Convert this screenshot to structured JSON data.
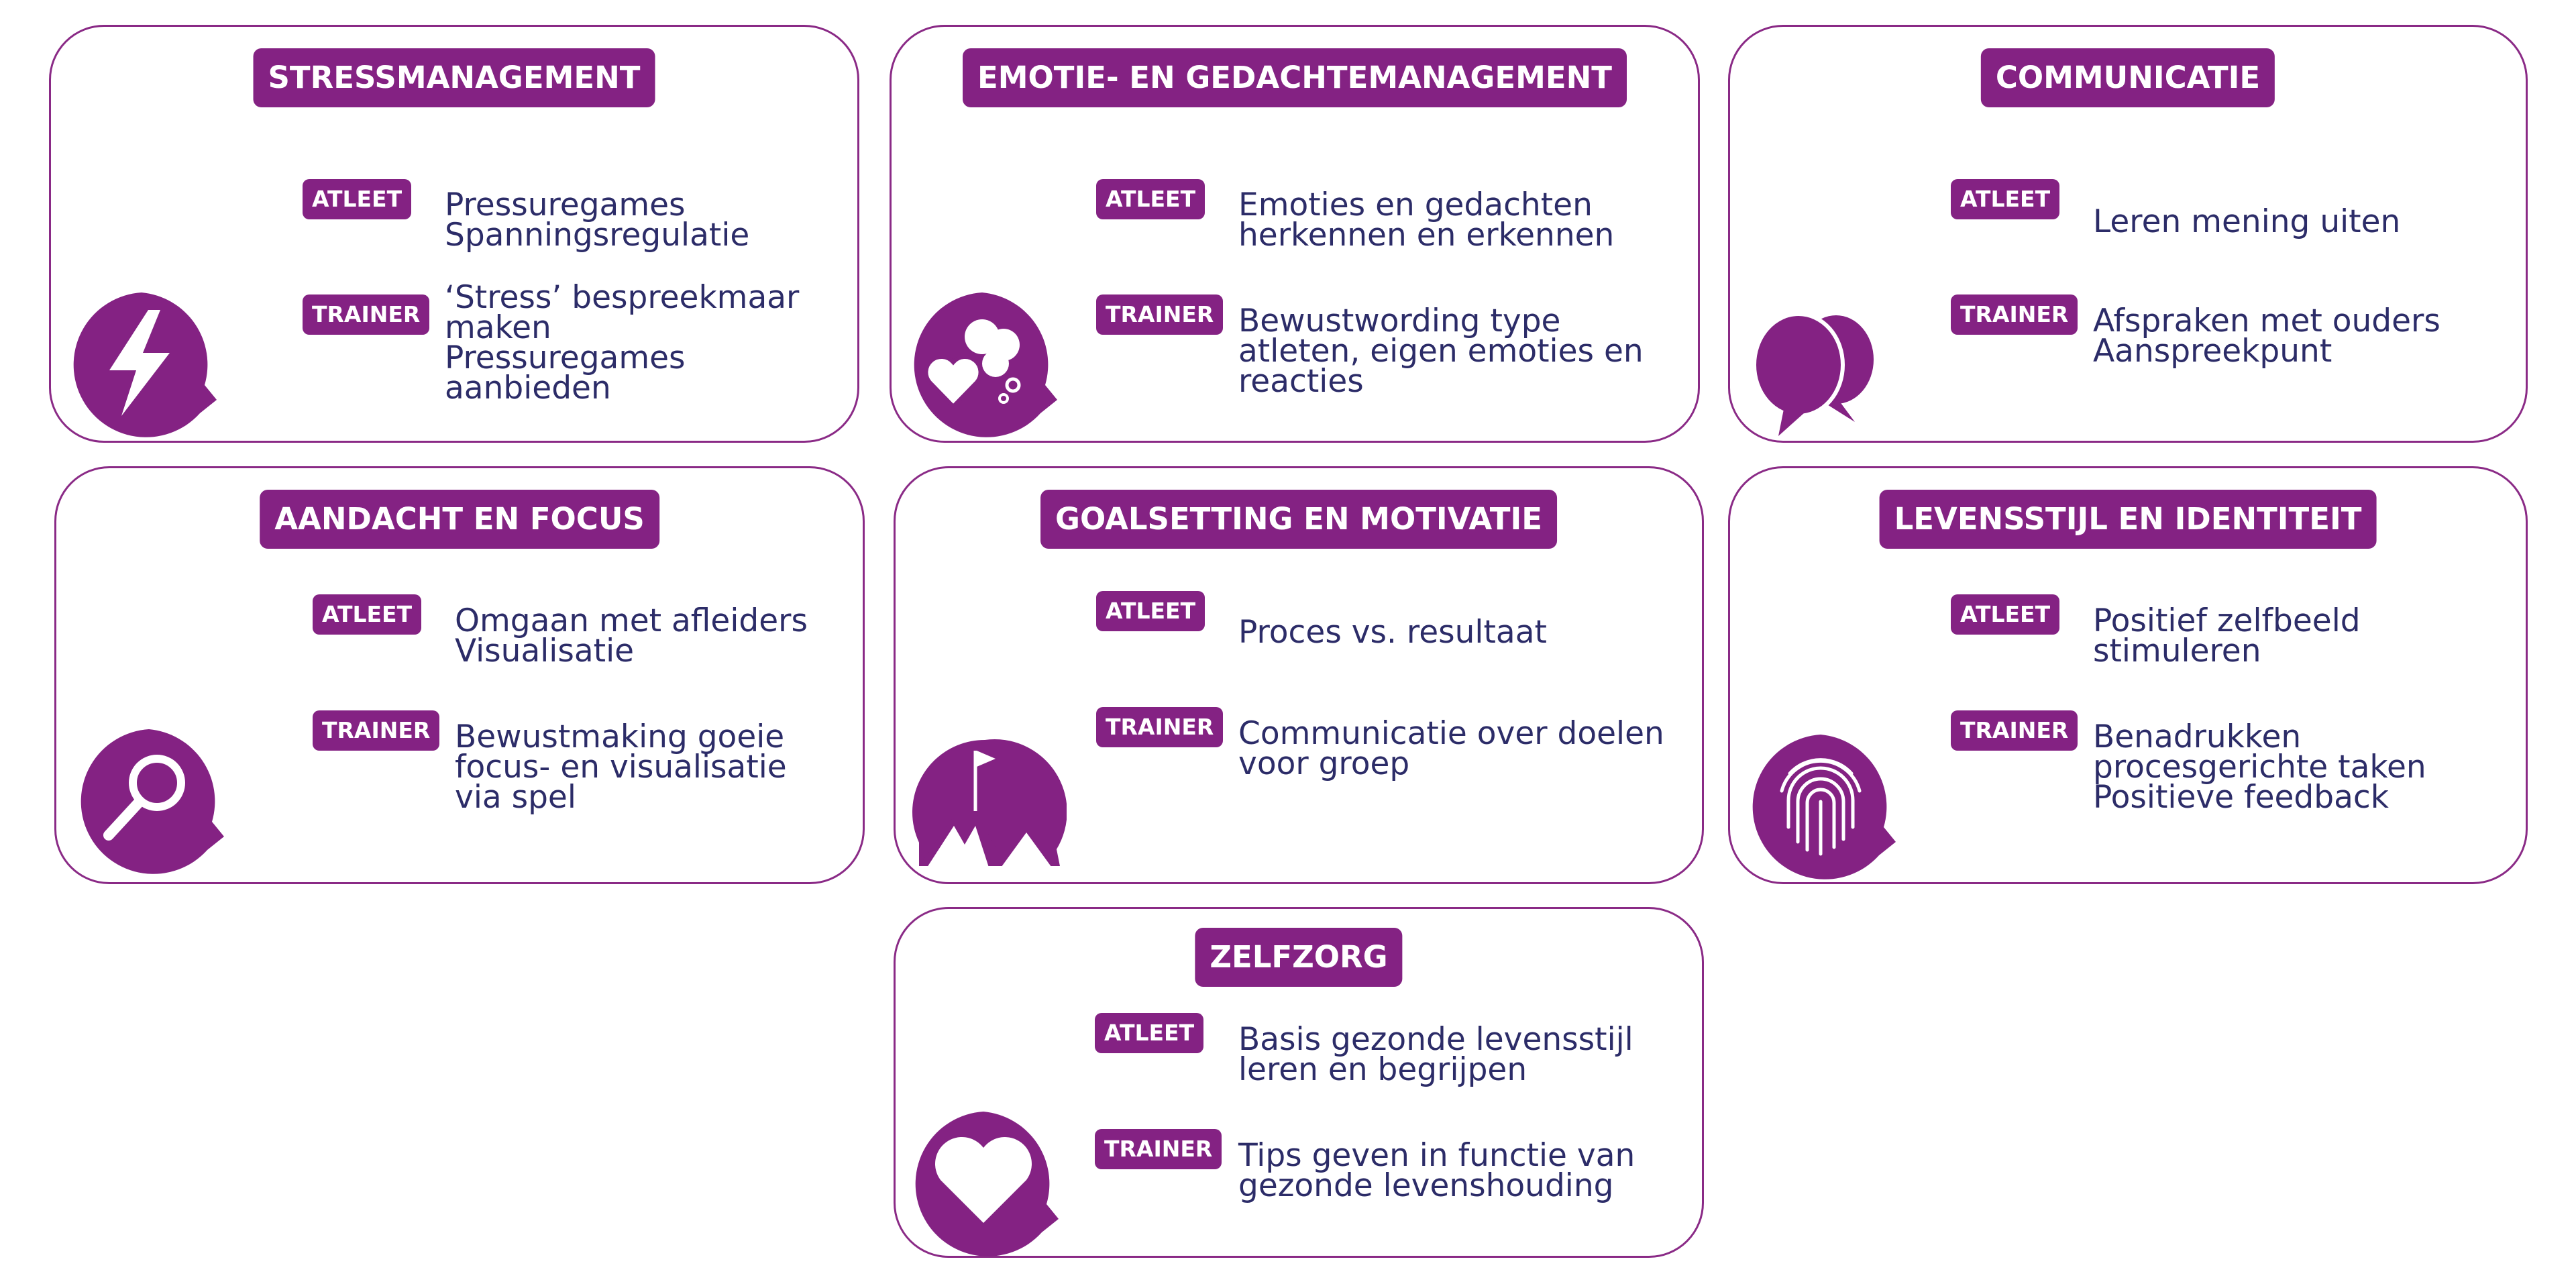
{
  "colors": {
    "accent": "#842283",
    "border": "#8a2a86",
    "text": "#2c2c68",
    "background": "#ffffff"
  },
  "cards": [
    {
      "title": "STRESSMANAGEMENT",
      "icon": "lightning-bolt-icon",
      "atleet": {
        "label": "ATLEET",
        "lines": [
          "Pressuregames",
          "Spanningsregulatie"
        ]
      },
      "trainer": {
        "label": "TRAINER",
        "lines": [
          "‘Stress’ bespreekmaar",
          "maken",
          "Pressuregames",
          "aanbieden"
        ]
      }
    },
    {
      "title": "EMOTIE- EN GEDACHTEMANAGEMENT",
      "icon": "heart-thought-cloud-icon",
      "atleet": {
        "label": "ATLEET",
        "lines": [
          "Emoties en gedachten",
          "herkennen en erkennen"
        ]
      },
      "trainer": {
        "label": "TRAINER",
        "lines": [
          "Bewustwording type",
          "atleten, eigen emoties en",
          "reacties"
        ]
      }
    },
    {
      "title": "COMMUNICATIE",
      "icon": "speech-bubbles-icon",
      "atleet": {
        "label": "ATLEET",
        "lines": [
          "Leren mening uiten"
        ]
      },
      "trainer": {
        "label": "TRAINER",
        "lines": [
          "Afspraken met ouders",
          "Aanspreekpunt"
        ]
      }
    },
    {
      "title": "AANDACHT EN FOCUS",
      "icon": "magnifying-glass-icon",
      "atleet": {
        "label": "ATLEET",
        "lines": [
          "Omgaan met afleiders",
          "Visualisatie"
        ]
      },
      "trainer": {
        "label": "TRAINER",
        "lines": [
          "Bewustmaking goeie",
          "focus- en visualisatie",
          "via spel"
        ]
      }
    },
    {
      "title": "GOALSETTING EN MOTIVATIE",
      "icon": "mountain-flag-icon",
      "atleet": {
        "label": "ATLEET",
        "lines": [
          "Proces vs. resultaat"
        ]
      },
      "trainer": {
        "label": "TRAINER",
        "lines": [
          "Communicatie over doelen",
          "voor groep"
        ]
      }
    },
    {
      "title": "LEVENSSTIJL EN IDENTITEIT",
      "icon": "fingerprint-icon",
      "atleet": {
        "label": "ATLEET",
        "lines": [
          "Positief zelfbeeld",
          "stimuleren"
        ]
      },
      "trainer": {
        "label": "TRAINER",
        "lines": [
          "Benadrukken",
          "procesgerichte taken",
          "Positieve feedback"
        ]
      }
    },
    {
      "title": "ZELFZORG",
      "icon": "heart-icon",
      "atleet": {
        "label": "ATLEET",
        "lines": [
          "Basis gezonde levensstijl",
          "leren en begrijpen"
        ]
      },
      "trainer": {
        "label": "TRAINER",
        "lines": [
          "Tips geven in functie van",
          "gezonde levenshouding"
        ]
      }
    }
  ]
}
